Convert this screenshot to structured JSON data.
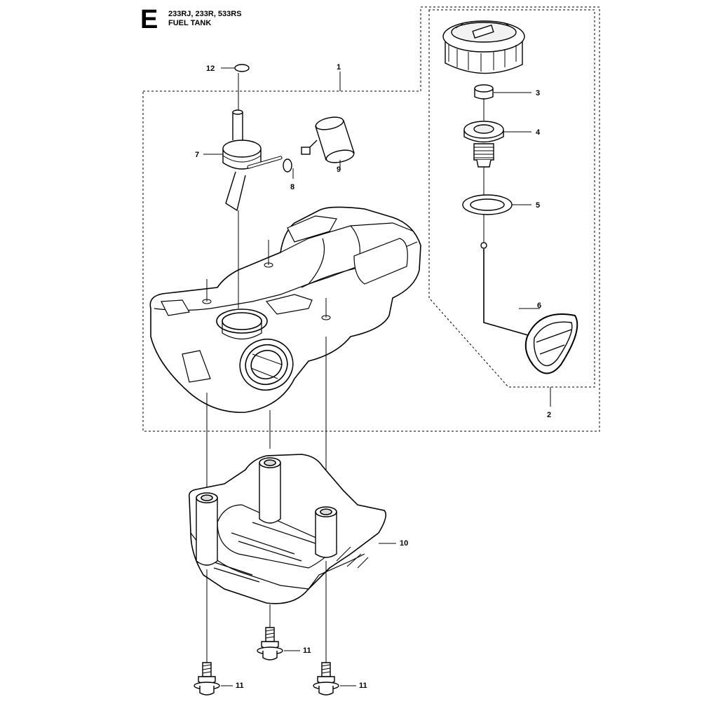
{
  "header": {
    "section_letter": "E",
    "models": "233RJ, 233R, 533RS",
    "title": "FUEL TANK"
  },
  "callouts": [
    {
      "id": "c1",
      "label": "1"
    },
    {
      "id": "c2",
      "label": "2"
    },
    {
      "id": "c3",
      "label": "3"
    },
    {
      "id": "c4",
      "label": "4"
    },
    {
      "id": "c5",
      "label": "5"
    },
    {
      "id": "c6",
      "label": "6"
    },
    {
      "id": "c7",
      "label": "7"
    },
    {
      "id": "c8",
      "label": "8"
    },
    {
      "id": "c9",
      "label": "9"
    },
    {
      "id": "c10",
      "label": "10"
    },
    {
      "id": "c11a",
      "label": "11"
    },
    {
      "id": "c11b",
      "label": "11"
    },
    {
      "id": "c11c",
      "label": "11"
    },
    {
      "id": "c12",
      "label": "12"
    }
  ],
  "colors": {
    "line": "#000000",
    "fill": "#ffffff",
    "shade": "#e6e6e6"
  }
}
